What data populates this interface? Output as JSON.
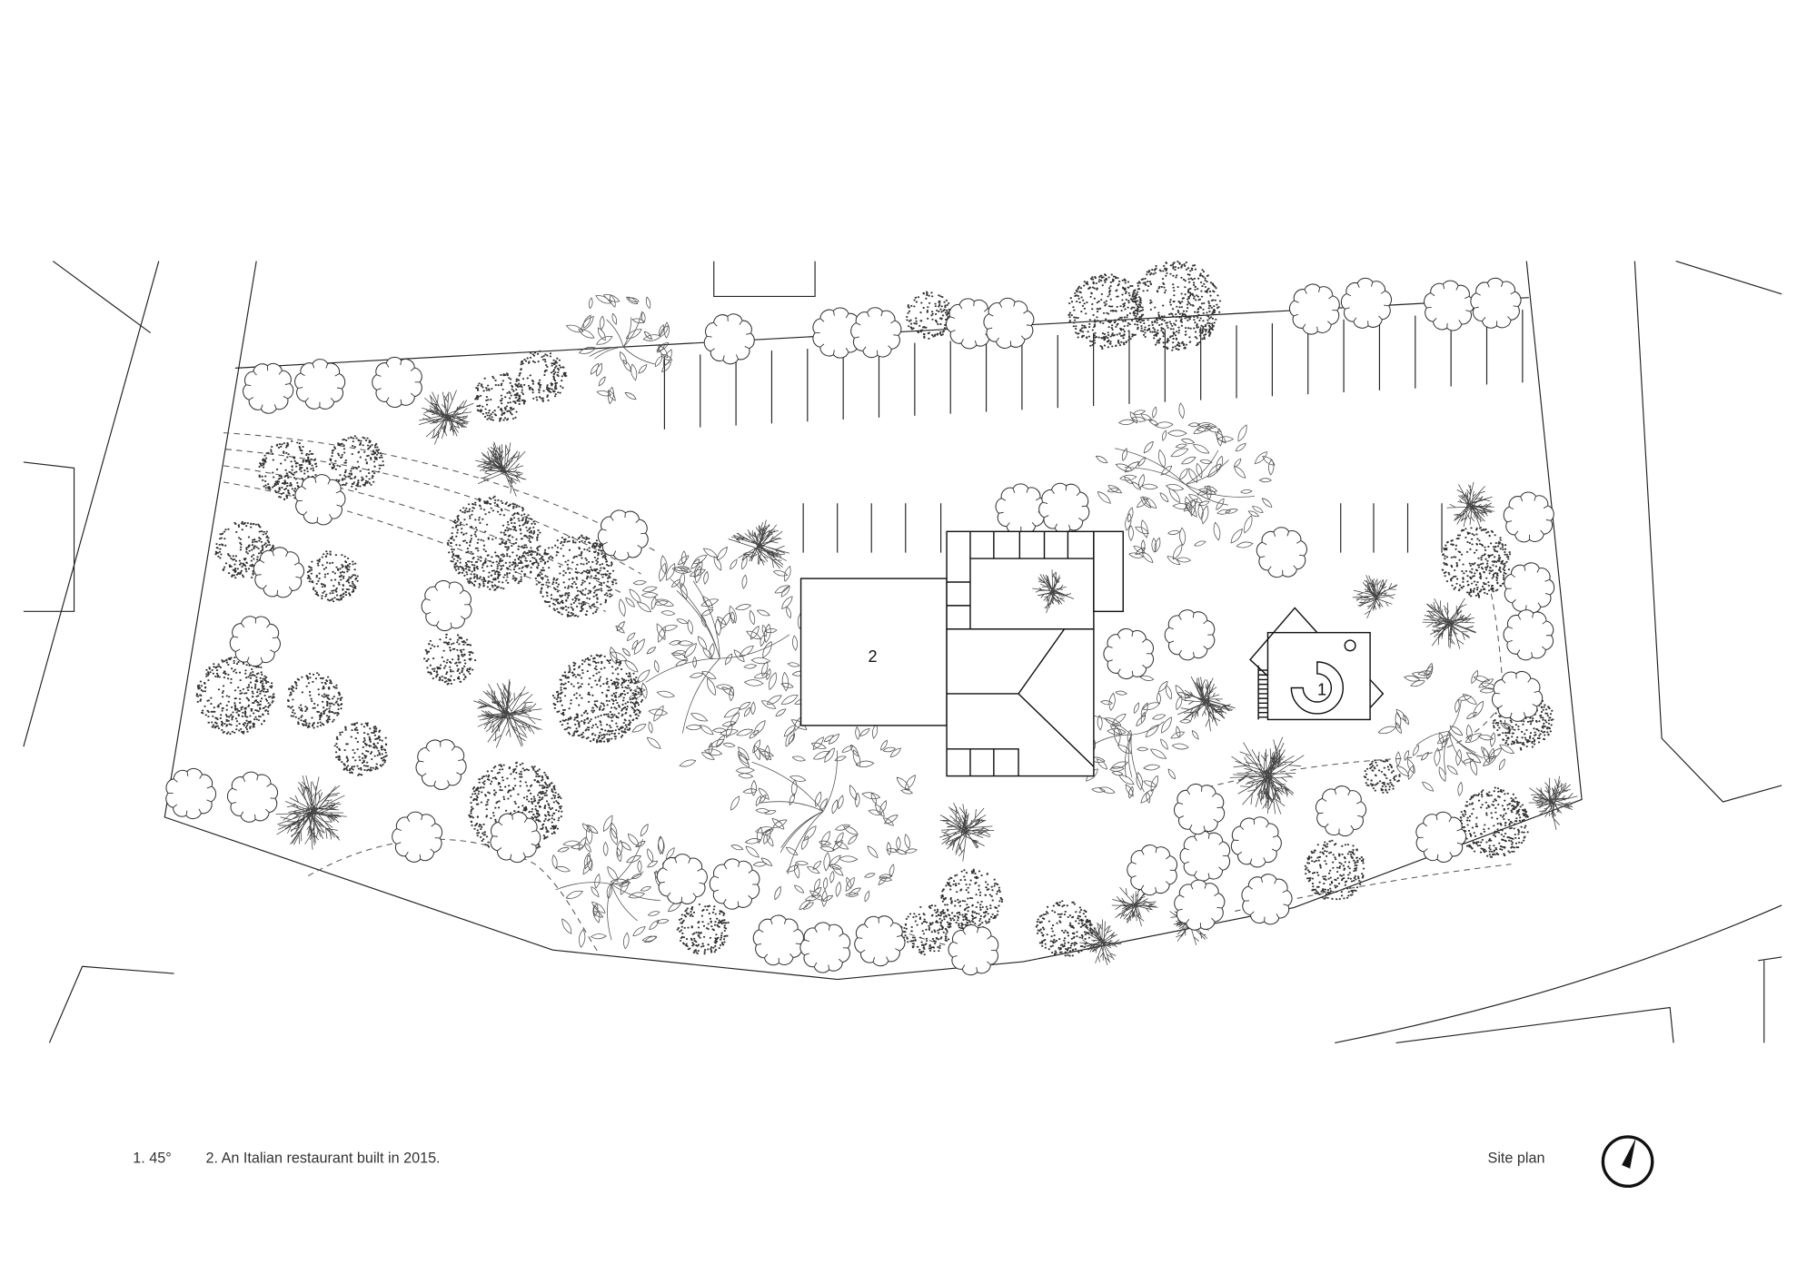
{
  "drawing": {
    "title": "Site plan",
    "labels": {
      "building_1": "1",
      "building_2": "2"
    },
    "legend": [
      "1. 45°",
      "2. An Italian restaurant built in 2015."
    ]
  },
  "icons": {
    "north_arrow": "north-arrow-icon"
  },
  "colors": {
    "line": "#222222",
    "text": "#333333",
    "background": "#ffffff"
  }
}
